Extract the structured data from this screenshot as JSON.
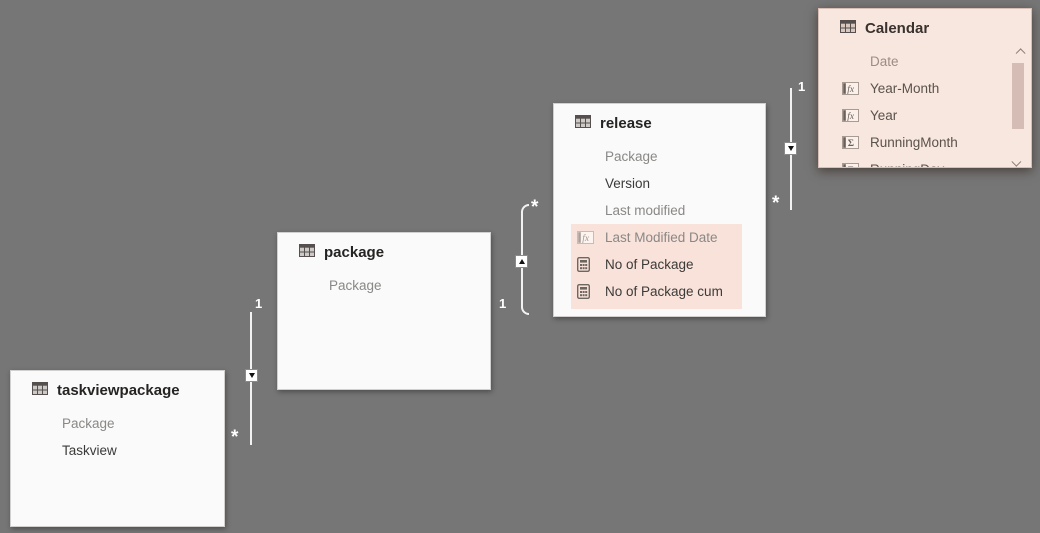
{
  "view": {
    "type": "data-model-relationship-diagram",
    "background_color": "#767676"
  },
  "colors": {
    "card_background": "#FAFAFA",
    "selected_card_background": "#F8E7DF",
    "field_highlight": "#F9E2D9",
    "title_text": "#252423",
    "field_text": "#3B3A39",
    "muted_field_text": "#8A8886",
    "relationship_line": "#F2F2F2",
    "cardinality_label": "#FFFFFF",
    "scrollbar_thumb": "#D5BDB5"
  },
  "icons": {
    "table_icon": "table-grid",
    "calculated_column_icon_glyph": "fx",
    "sum_column_icon_glyph": "Σ",
    "measure_icon": "calculator",
    "scroll_up_icon": "chevron-up",
    "scroll_down_icon": "chevron-down"
  },
  "tables": [
    {
      "title": "taskviewpackage",
      "selected": false,
      "fields": [
        {
          "name": "Package",
          "icon": "none",
          "muted": true
        },
        {
          "name": "Taskview",
          "icon": "none",
          "muted": false
        }
      ]
    },
    {
      "title": "package",
      "selected": false,
      "fields": [
        {
          "name": "Package",
          "icon": "none",
          "muted": true
        }
      ]
    },
    {
      "title": "release",
      "selected": false,
      "fields": [
        {
          "name": "Package",
          "icon": "none",
          "muted": true
        },
        {
          "name": "Version",
          "icon": "none",
          "muted": false
        },
        {
          "name": "Last modified",
          "icon": "none",
          "muted": true
        },
        {
          "name": "Last Modified Date",
          "icon": "fx",
          "muted": true,
          "highlighted": true
        },
        {
          "name": "No of Package",
          "icon": "calculator",
          "muted": false,
          "highlighted": true
        },
        {
          "name": "No of Package cum",
          "icon": "calculator",
          "muted": false,
          "highlighted": true
        }
      ]
    },
    {
      "title": "Calendar",
      "selected": true,
      "has_scrollbar": true,
      "fields": [
        {
          "name": "Date",
          "icon": "none",
          "muted": true
        },
        {
          "name": "Year-Month",
          "icon": "fx",
          "muted": false
        },
        {
          "name": "Year",
          "icon": "fx",
          "muted": false
        },
        {
          "name": "RunningMonth",
          "icon": "sigma",
          "muted": false
        },
        {
          "name": "RunningDay",
          "icon": "sigma",
          "muted": false,
          "clipped": true
        }
      ]
    }
  ],
  "relationships": [
    {
      "between": "package ↔ taskviewpackage",
      "one": "1",
      "many": "*",
      "filter_arrow": "down"
    },
    {
      "between": "package ↔ release",
      "one": "1",
      "many": "*",
      "filter_arrow": "up"
    },
    {
      "between": "Calendar ↔ release",
      "one": "1",
      "many": "*",
      "filter_arrow": "down"
    }
  ]
}
